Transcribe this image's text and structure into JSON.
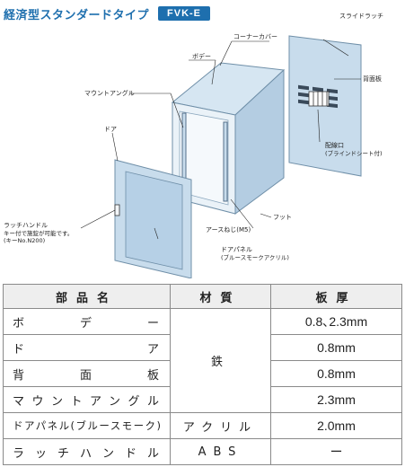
{
  "header": {
    "title": "経済型スタンダードタイプ",
    "model": "FVK-E"
  },
  "callouts": {
    "slide_latch": "スライドラッチ",
    "corner_cover": "コーナーカバー",
    "body": "ボデー",
    "back_panel": "背面板",
    "mount_angle": "マウントアングル",
    "door": "ドア",
    "wiring_port": "配線口",
    "wiring_port_note": "(ブラインドシート付)",
    "latch_handle": "ラッチハンドル",
    "latch_handle_note1": "キー付で施錠が可能です。",
    "latch_handle_note2": "(キーNo.N200)",
    "ground_screw": "アースねじ(M5)",
    "foot": "フット",
    "door_panel": "ドアパネル",
    "door_panel_note": "(ブルースモークアクリル)"
  },
  "colors": {
    "accent": "#1e6fae",
    "panel": "#c8dcec",
    "panel_dark": "#9fbed8"
  },
  "table": {
    "headers": [
      "部品名",
      "材質",
      "板厚"
    ],
    "rows": [
      {
        "name": "ボデー",
        "material": "鉄",
        "thickness": "0.8､2.3mm"
      },
      {
        "name": "ドア",
        "material": "鉄",
        "thickness": "0.8mm"
      },
      {
        "name": "背面板",
        "material": "鉄",
        "thickness": "0.8mm"
      },
      {
        "name": "マウントアングル",
        "material": "鉄",
        "thickness": "2.3mm"
      },
      {
        "name": "ドアパネル(ブルースモーク)",
        "material": "アクリル",
        "thickness": "2.0mm"
      },
      {
        "name": "ラッチハンドル",
        "material": "ABS",
        "thickness": "ー"
      }
    ]
  }
}
